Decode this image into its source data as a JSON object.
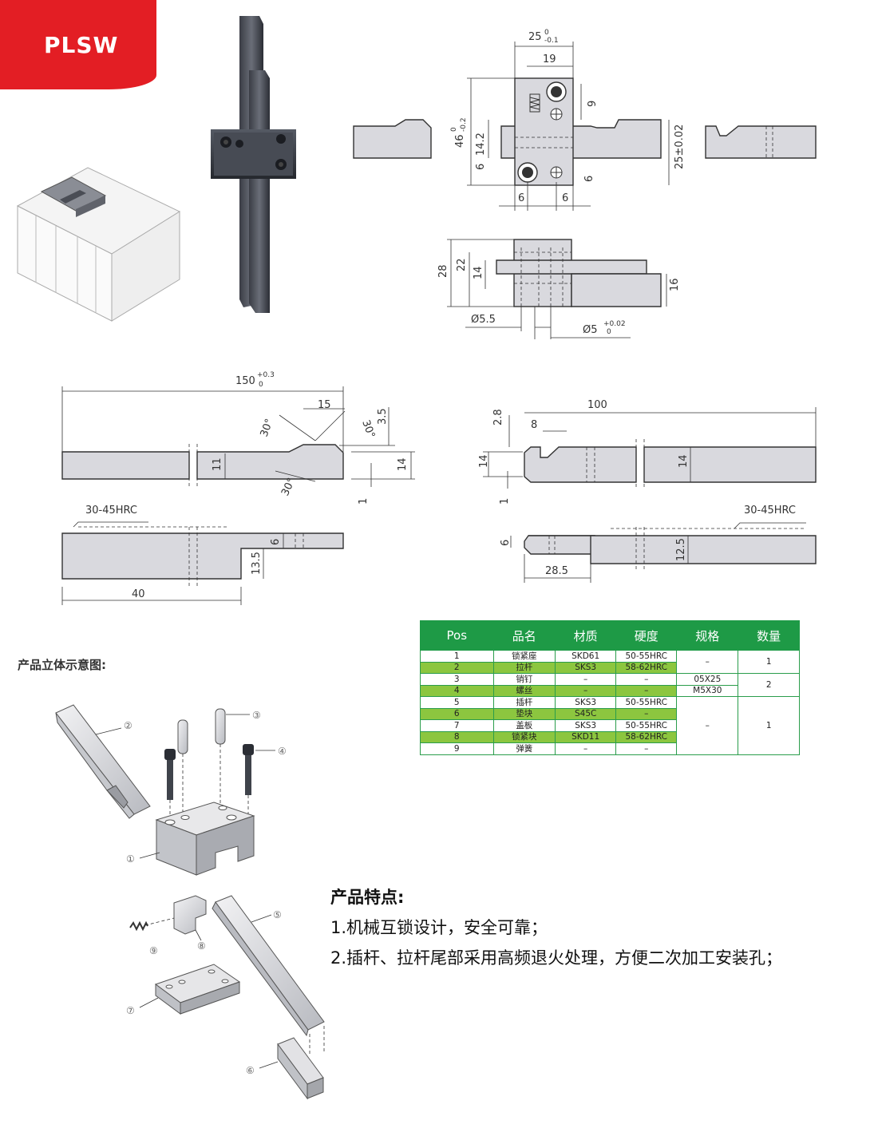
{
  "badge": {
    "label": "PLSW"
  },
  "dims": {
    "top_width": "25",
    "top_width_tol_upper": "0",
    "top_width_tol_lower": "-0.1",
    "top_inner": "19",
    "top_9": "9",
    "top_height": "46",
    "top_height_tol_upper": "0",
    "top_height_tol_lower": "-0.2",
    "top_14_2": "14.2",
    "top_6_left": "6",
    "top_6_right": "6",
    "top_6_bottom_a": "6",
    "top_6_bottom_b": "6",
    "top_25_02": "25±0.02",
    "side_28": "28",
    "side_22": "22",
    "side_14": "14",
    "side_16": "16",
    "side_phi55": "Ø5.5",
    "side_phi5": "Ø5",
    "side_phi5_tol_upper": "+0.02",
    "side_phi5_tol_lower": "0",
    "pull_150": "150",
    "pull_150_tol_upper": "+0.3",
    "pull_150_tol_lower": "0",
    "pull_15": "15",
    "pull_30a": "30°",
    "pull_30b": "30°",
    "pull_30c": "30°",
    "pull_3_5": "3.5",
    "pull_11": "11",
    "pull_14": "14",
    "pull_1": "1",
    "pull_hrc": "30-45HRC",
    "pull_6": "6",
    "pull_13_5": "13.5",
    "pull_40": "40",
    "ins_100": "100",
    "ins_2_8": "2.8",
    "ins_8": "8",
    "ins_14a": "14",
    "ins_14b": "14",
    "ins_1": "1",
    "ins_hrc": "30-45HRC",
    "ins_6": "6",
    "ins_12_5": "12.5",
    "ins_28_5": "28.5"
  },
  "exploded": {
    "title": "产品立体示意图:",
    "callouts": [
      "①",
      "②",
      "③",
      "④",
      "⑤",
      "⑥",
      "⑦",
      "⑧",
      "⑨"
    ]
  },
  "table": {
    "headers": [
      "Pos",
      "品名",
      "材质",
      "硬度",
      "规格",
      "数量"
    ],
    "rows": [
      {
        "pos": "1",
        "name": "锁紧座",
        "material": "SKD61",
        "hardness": "50-55HRC"
      },
      {
        "pos": "2",
        "name": "拉杆",
        "material": "SKS3",
        "hardness": "58-62HRC"
      },
      {
        "pos": "3",
        "name": "销钉",
        "material": "–",
        "hardness": "–"
      },
      {
        "pos": "4",
        "name": "螺丝",
        "material": "–",
        "hardness": "–"
      },
      {
        "pos": "5",
        "name": "插杆",
        "material": "SKS3",
        "hardness": "50-55HRC"
      },
      {
        "pos": "6",
        "name": "垫块",
        "material": "S45C",
        "hardness": "–"
      },
      {
        "pos": "7",
        "name": "盖板",
        "material": "SKS3",
        "hardness": "50-55HRC"
      },
      {
        "pos": "8",
        "name": "锁紧块",
        "material": "SKD11",
        "hardness": "58-62HRC"
      },
      {
        "pos": "9",
        "name": "弹簧",
        "material": "–",
        "hardness": "–"
      }
    ],
    "spec_1_2": "–",
    "spec_3": "05X25",
    "spec_4": "M5X30",
    "spec_5_9": "–",
    "qty_1_2": "1",
    "qty_3_4": "2",
    "qty_5_9": "1"
  },
  "features": {
    "title": "产品特点:",
    "line1": "1.机械互锁设计，安全可靠；",
    "line2": "2.插杆、拉杆尾部采用高频退火处理，方便二次加工安装孔；"
  }
}
